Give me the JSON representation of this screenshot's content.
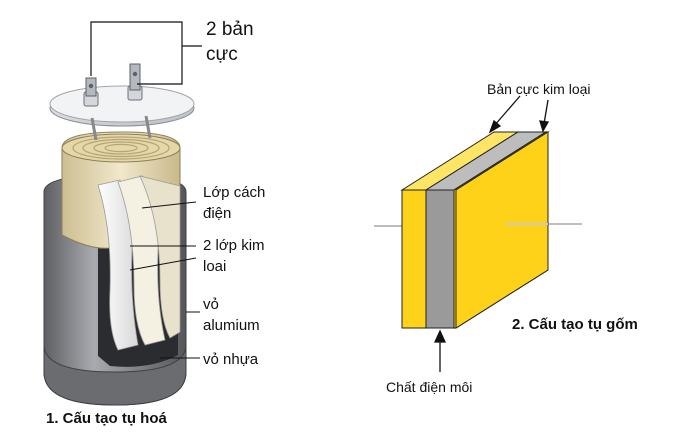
{
  "electrolytic": {
    "caption": "1. Cấu tạo tụ hoá",
    "labels": {
      "plates_line1": "2 bản",
      "plates_line2": "cực",
      "insulation_line1": "Lớp cách",
      "insulation_line2": "điện",
      "foil_line1": "2 lớp kim",
      "foil_line2": "loai",
      "shell_line1": "vỏ",
      "shell_line2": "alumium",
      "plastic": "vỏ nhựa"
    }
  },
  "ceramic": {
    "caption": "2. Cấu tạo tụ gốm",
    "labels": {
      "metal_plates": "Bản cực kim loại",
      "dielectric": "Chất điện môi"
    }
  },
  "colors": {
    "plate_yellow": "#FFD21A",
    "dielectric_gray": "#9A9A9A",
    "can_gray": "#7E7F84",
    "paper_cream": "#E9DDB6"
  }
}
